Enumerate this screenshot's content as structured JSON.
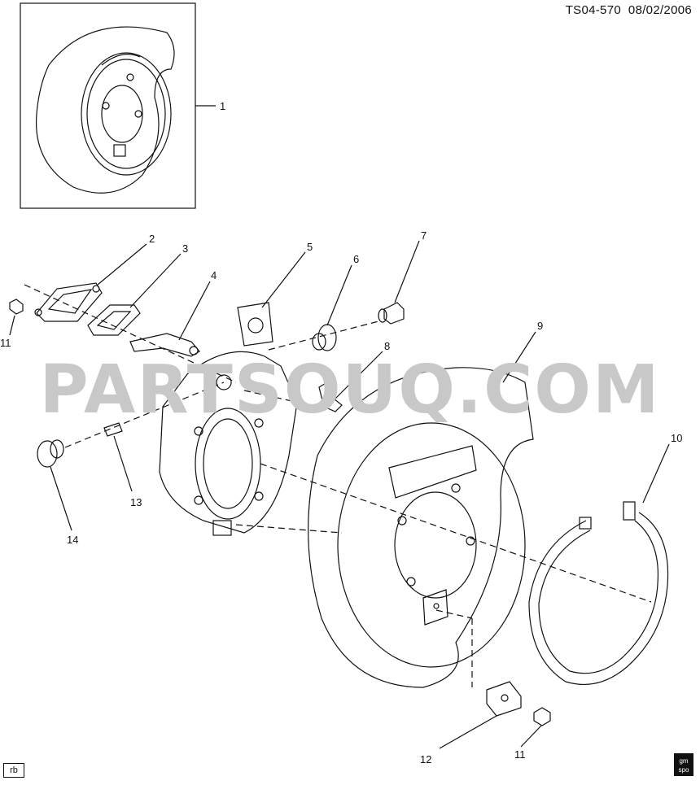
{
  "header": {
    "doc_code": "TS04-570",
    "date": "08/02/2006"
  },
  "watermark": "PARTSOUQ.COM",
  "corner_tag": "rb",
  "logo_text": "gm spo",
  "callouts": [
    "1",
    "2",
    "3",
    "4",
    "5",
    "6",
    "7",
    "8",
    "9",
    "10",
    "11",
    "12",
    "13",
    "14",
    "11"
  ],
  "colors": {
    "line": "#111111",
    "watermark": "#c8c8c8"
  }
}
